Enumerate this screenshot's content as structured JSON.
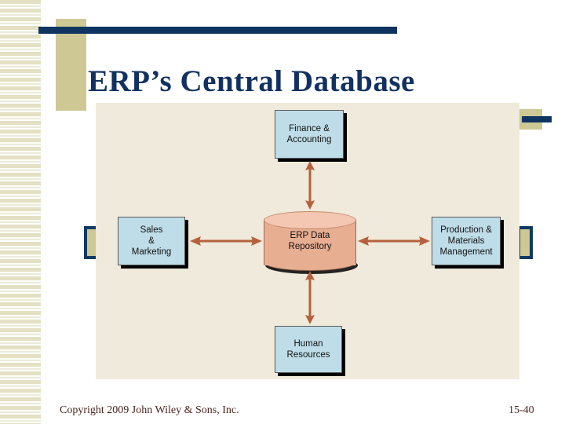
{
  "slide": {
    "title": "ERP’s Central Database",
    "accent_navy": "#0f3460",
    "accent_tan": "#cdc894",
    "panel_bg": "#efeadb",
    "box_fill": "#bfdde8",
    "cylinder_fill": "#e8ae92",
    "arrow_color": "#b5603c"
  },
  "diagram": {
    "type": "hub-and-spoke",
    "center": {
      "label": "ERP Data\nRepository",
      "line1": "ERP Data",
      "line2": "Repository",
      "shape": "cylinder-database"
    },
    "nodes": [
      {
        "id": "finance",
        "label": "Finance &\nAccounting",
        "line1": "Finance &",
        "line2": "Accounting",
        "line3": "",
        "position": "top"
      },
      {
        "id": "sales",
        "label": "Sales\n&\nMarketing",
        "line1": "Sales",
        "line2": "&",
        "line3": "Marketing",
        "position": "left"
      },
      {
        "id": "production",
        "label": "Production &\nMaterials\nManagement",
        "line1": "Production &",
        "line2": "Materials",
        "line3": "Management",
        "position": "right"
      },
      {
        "id": "hr",
        "label": "Human\nResources",
        "line1": "Human",
        "line2": "Resources",
        "line3": "",
        "position": "bottom"
      }
    ],
    "connections": [
      {
        "from": "sales",
        "to": "center",
        "style": "double-headed-arrow",
        "orientation": "horizontal"
      },
      {
        "from": "center",
        "to": "production",
        "style": "double-headed-arrow",
        "orientation": "horizontal"
      },
      {
        "from": "finance",
        "to": "center",
        "style": "double-headed-arrow",
        "orientation": "vertical"
      },
      {
        "from": "center",
        "to": "hr",
        "style": "double-headed-arrow",
        "orientation": "vertical"
      }
    ]
  },
  "footer": {
    "copyright": "Copyright 2009 John Wiley & Sons, Inc.",
    "page_number": "15-40"
  }
}
